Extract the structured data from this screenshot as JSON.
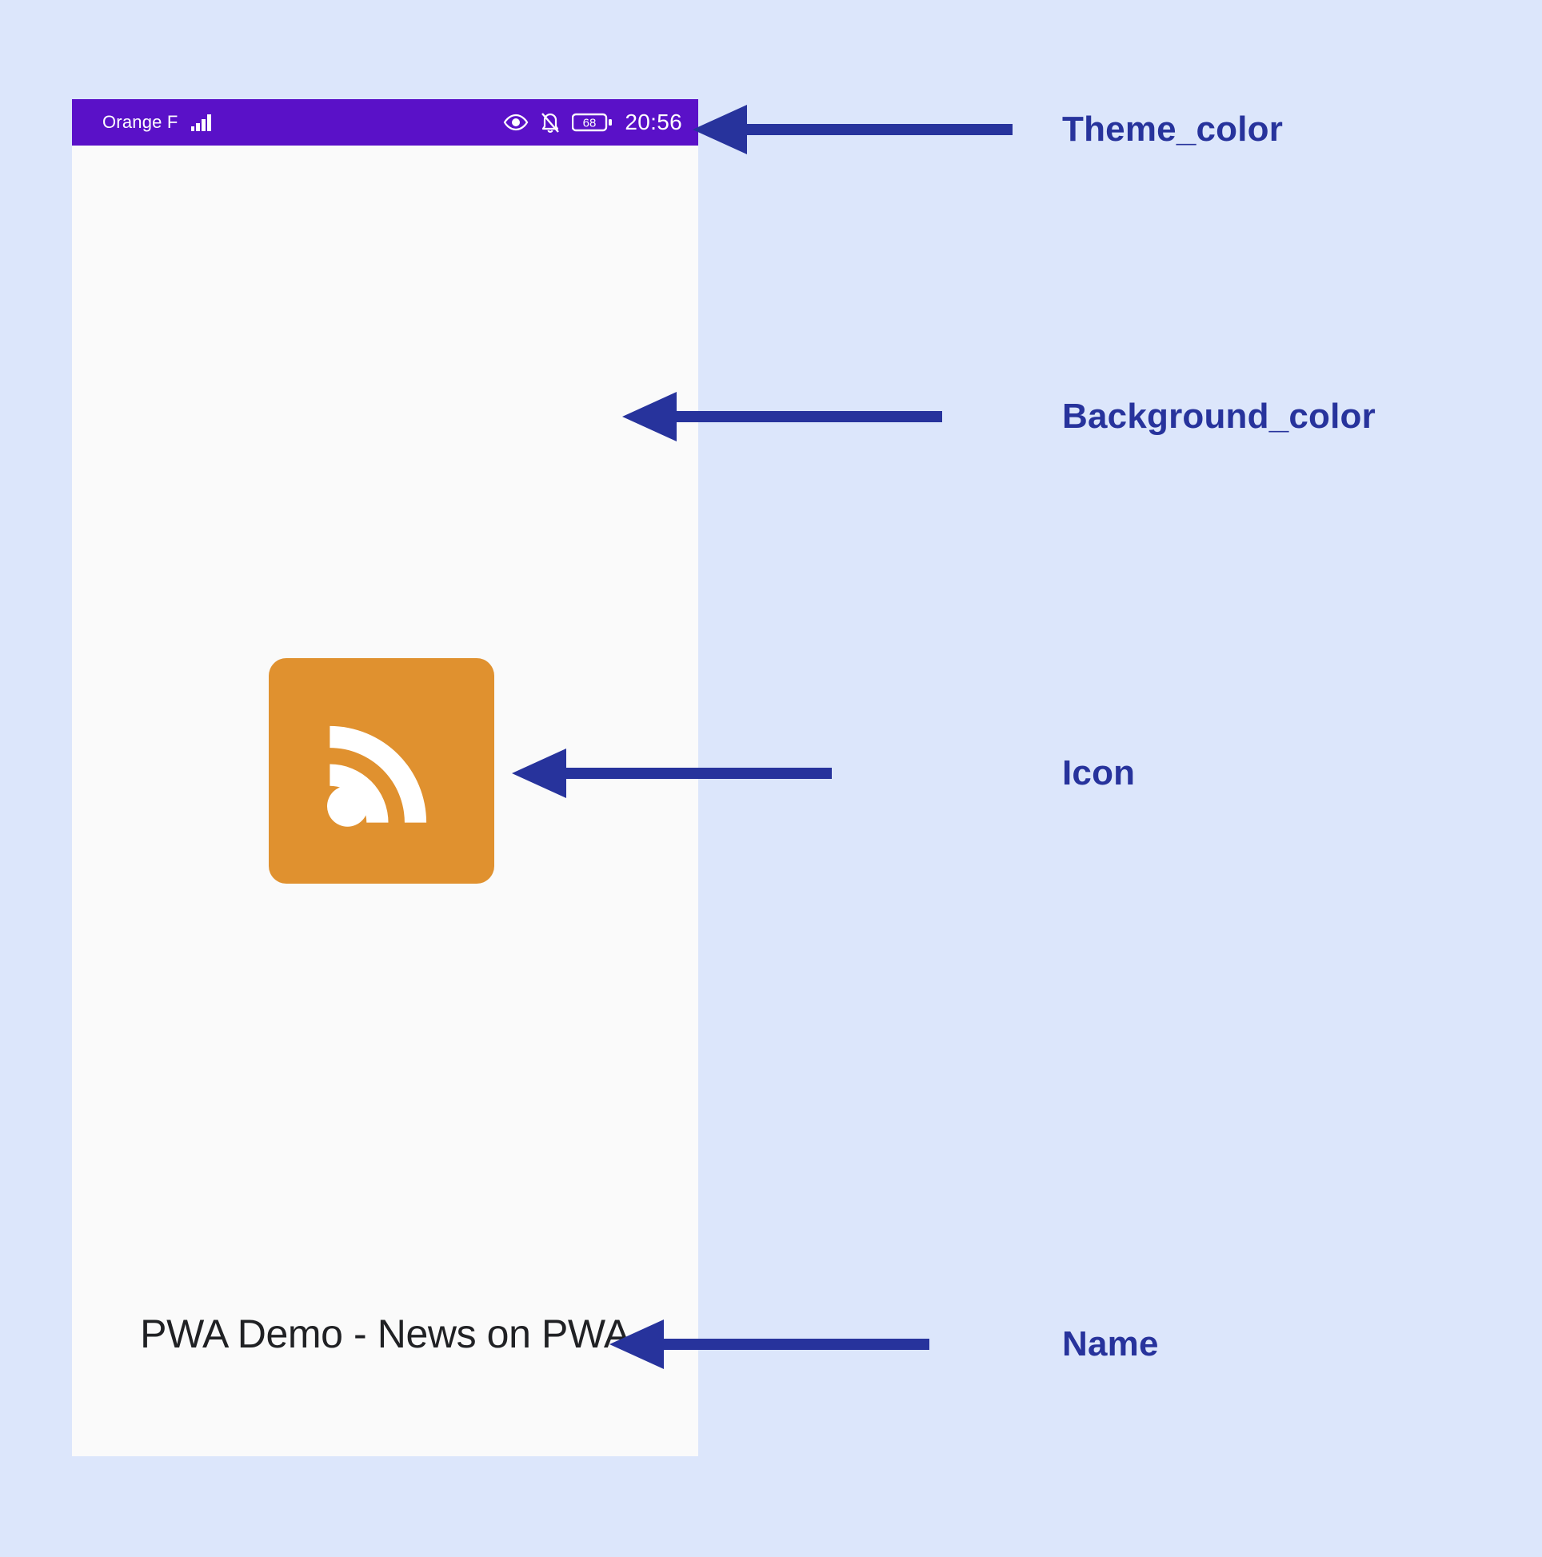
{
  "page": {
    "background_color": "#dce6fb",
    "annotation_color": "#27339c"
  },
  "phone": {
    "screen_background_color": "#fafafa",
    "status_bar": {
      "theme_color": "#5a11c8",
      "carrier": "Orange F",
      "signal_icon": "signal-bars-icon",
      "eye_icon": "eye-icon",
      "notification_icon": "bell-muted-icon",
      "battery_level": "68",
      "battery_icon": "battery-icon",
      "clock": "20:56"
    },
    "splash": {
      "icon_name": "rss-feed-icon",
      "icon_background_color": "#e0912f",
      "icon_glyph_color": "#ffffff",
      "app_name": "PWA Demo - News on PWA",
      "app_name_color": "#202124"
    }
  },
  "annotations": [
    {
      "id": "theme-color",
      "label": "Theme_color"
    },
    {
      "id": "background-color",
      "label": "Background_color"
    },
    {
      "id": "icon",
      "label": "Icon"
    },
    {
      "id": "name",
      "label": "Name"
    }
  ]
}
